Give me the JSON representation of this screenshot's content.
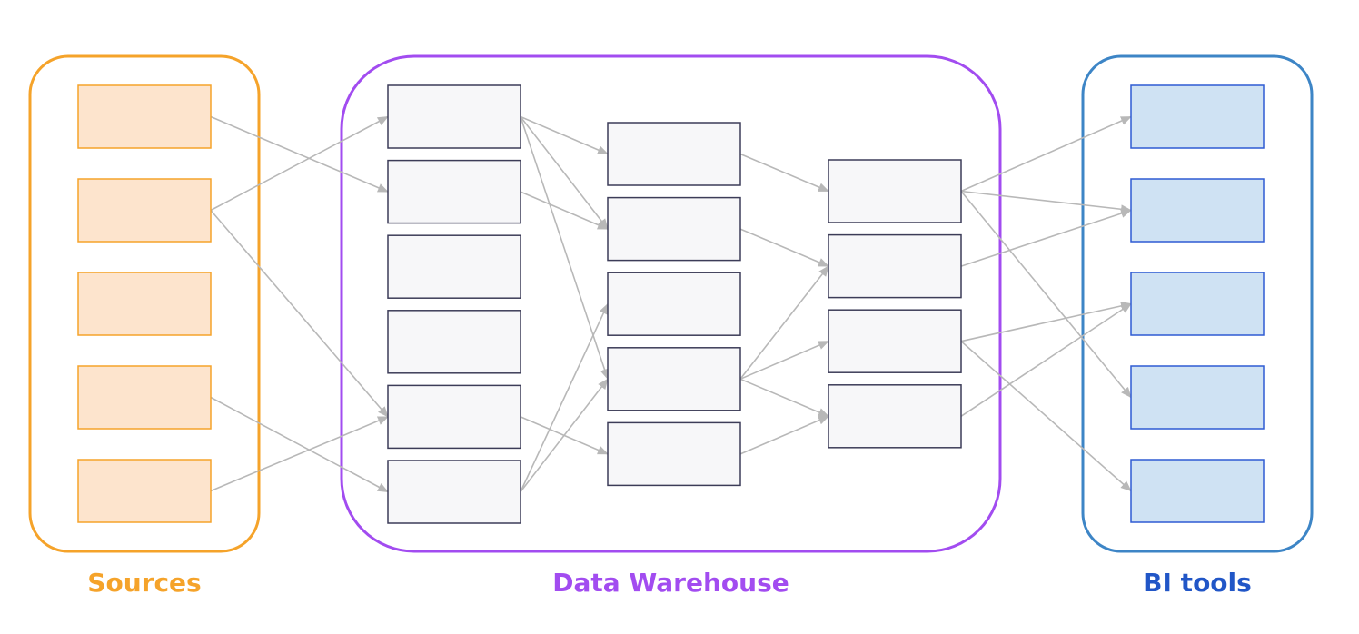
{
  "colors": {
    "sources_border": "#f5a32a",
    "sources_fill": "#fde4cd",
    "warehouse_border": "#a24cf0",
    "warehouse_node_fill": "#f7f7f9",
    "warehouse_node_border": "#3c3c58",
    "bi_border": "#3d85c6",
    "bi_fill": "#cfe2f3",
    "bi_node_border": "#2f5bd3",
    "bi_label": "#2156c7",
    "edge": "#b8b8b8"
  },
  "groups": {
    "sources": {
      "label": "Sources",
      "node_count": 5
    },
    "warehouse": {
      "label": "Data Warehouse",
      "columns": [
        6,
        5,
        4
      ]
    },
    "bi": {
      "label": "BI tools",
      "node_count": 5
    }
  },
  "edges": [
    [
      "S1",
      "A2"
    ],
    [
      "S2",
      "A1"
    ],
    [
      "S2",
      "A5"
    ],
    [
      "S4",
      "A6"
    ],
    [
      "S5",
      "A5"
    ],
    [
      "A1",
      "B1"
    ],
    [
      "A1",
      "B2"
    ],
    [
      "A1",
      "B4"
    ],
    [
      "A2",
      "B2"
    ],
    [
      "A5",
      "B5"
    ],
    [
      "A6",
      "B3"
    ],
    [
      "A6",
      "B4"
    ],
    [
      "B1",
      "C1"
    ],
    [
      "B2",
      "C2"
    ],
    [
      "B4",
      "C2"
    ],
    [
      "B4",
      "C3"
    ],
    [
      "B4",
      "C4"
    ],
    [
      "B5",
      "C4"
    ],
    [
      "C1",
      "T1"
    ],
    [
      "C1",
      "T2"
    ],
    [
      "C1",
      "T4"
    ],
    [
      "C2",
      "T2"
    ],
    [
      "C3",
      "T3"
    ],
    [
      "C3",
      "T5"
    ],
    [
      "C4",
      "T3"
    ]
  ]
}
